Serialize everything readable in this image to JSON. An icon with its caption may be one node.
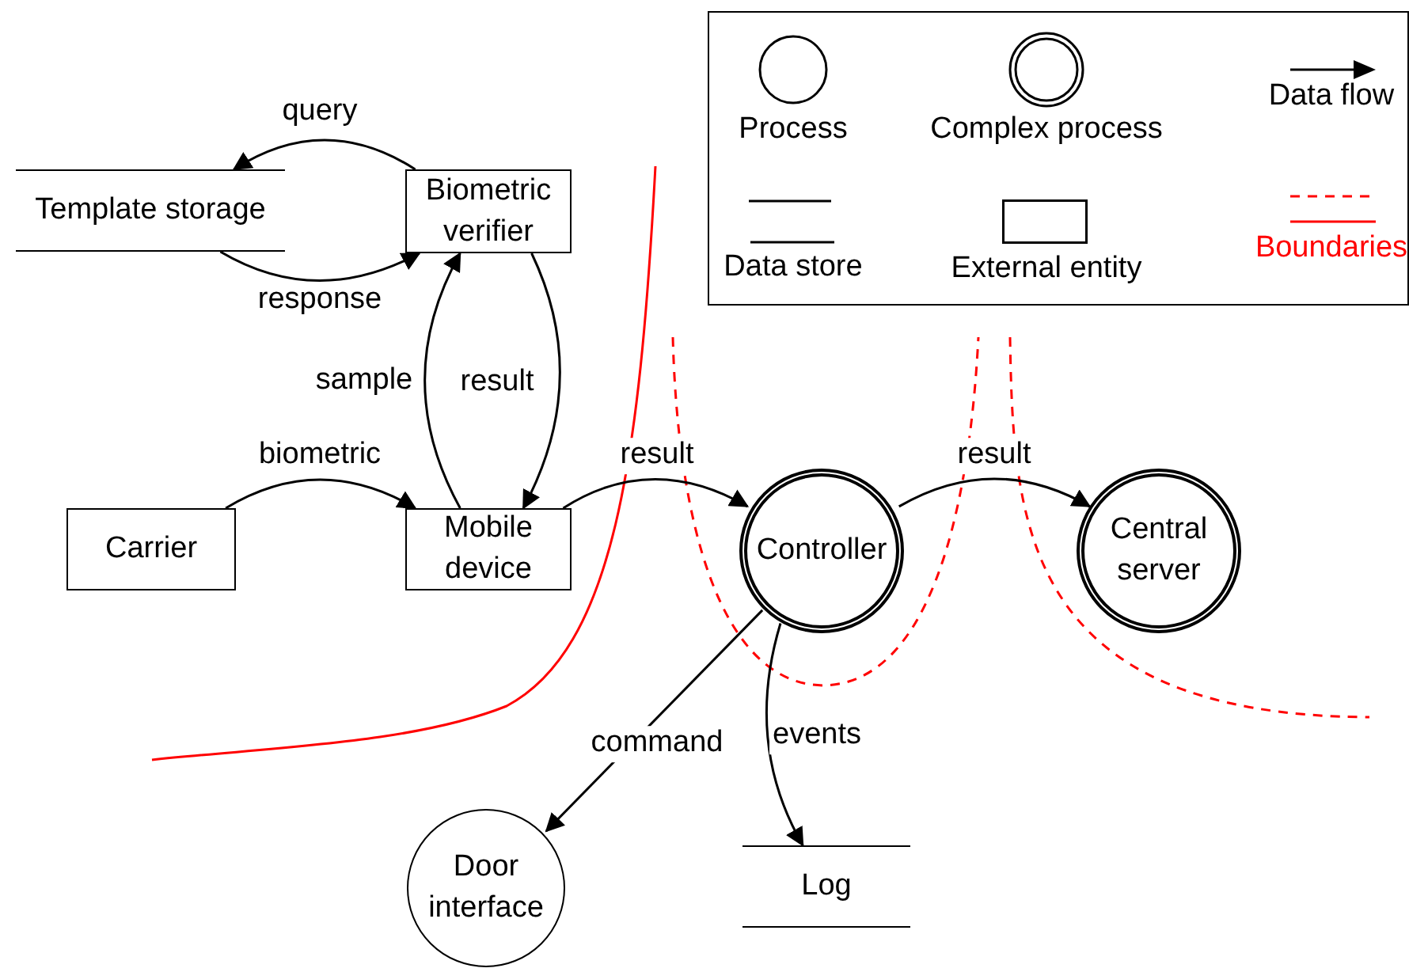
{
  "diagram": {
    "nodes": [
      {
        "text": [
          "Template storage"
        ]
      },
      {
        "text": [
          "Biometric verifier"
        ]
      },
      {
        "text": [
          "Carrier"
        ]
      },
      {
        "text": [
          "Mobile device"
        ]
      },
      {
        "text": [
          "Controller"
        ]
      },
      {
        "text": [
          "Central server"
        ]
      },
      {
        "text": [
          "Door interface"
        ]
      },
      {
        "text": [
          "Log"
        ]
      }
    ],
    "edges": [
      {
        "from": 1,
        "to": 0,
        "arrow": "to",
        "label": "query"
      },
      {
        "from": 0,
        "to": 1,
        "arrow": "to",
        "label": "response"
      },
      {
        "from": 3,
        "to": 1,
        "arrow": "to",
        "label": "sample"
      },
      {
        "from": 1,
        "to": 3,
        "arrow": "to",
        "label": "result"
      },
      {
        "from": 2,
        "to": 3,
        "arrow": "to",
        "label": "biometric"
      },
      {
        "from": 3,
        "to": 4,
        "arrow": "to",
        "label": "result"
      },
      {
        "from": 4,
        "to": 5,
        "arrow": "to",
        "label": "result"
      },
      {
        "from": 4,
        "to": 6,
        "arrow": "to",
        "label": "command"
      },
      {
        "from": 4,
        "to": 7,
        "arrow": "to",
        "label": "events"
      }
    ],
    "legend": [
      {
        "text": "Process"
      },
      {
        "text": "Complex process"
      },
      {
        "text": "Data flow"
      },
      {
        "text": "Data store"
      },
      {
        "text": "External entity"
      },
      {
        "text": "Boundaries"
      }
    ]
  }
}
